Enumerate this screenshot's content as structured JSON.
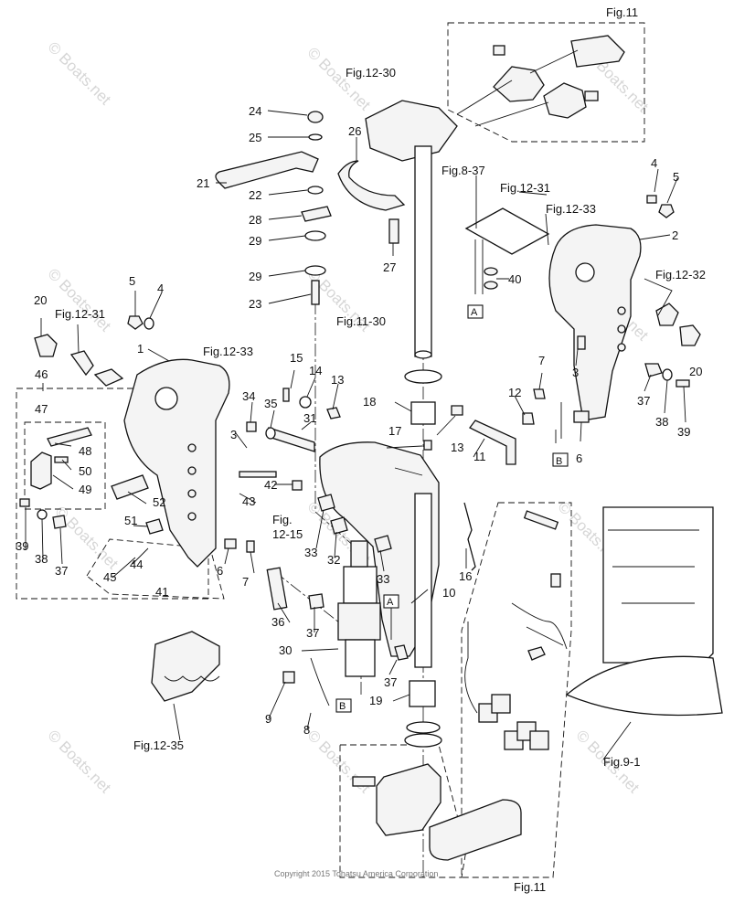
{
  "watermark": {
    "text": "© Boats.net"
  },
  "copyright": "Copyright 2015 Tohatsu America Corporation",
  "callouts": [
    {
      "id": "c24",
      "label": "24"
    },
    {
      "id": "c25",
      "label": "25"
    },
    {
      "id": "c21",
      "label": "21"
    },
    {
      "id": "c22",
      "label": "22"
    },
    {
      "id": "c28",
      "label": "28"
    },
    {
      "id": "c29a",
      "label": "29"
    },
    {
      "id": "c29b",
      "label": "29"
    },
    {
      "id": "c23",
      "label": "23"
    },
    {
      "id": "c26",
      "label": "26"
    },
    {
      "id": "c27",
      "label": "27"
    },
    {
      "id": "c4a",
      "label": "4"
    },
    {
      "id": "c5a",
      "label": "5"
    },
    {
      "id": "c2",
      "label": "2"
    },
    {
      "id": "c40",
      "label": "40"
    },
    {
      "id": "c3a",
      "label": "3"
    },
    {
      "id": "c20a",
      "label": "20"
    },
    {
      "id": "c37a",
      "label": "37"
    },
    {
      "id": "c38a",
      "label": "38"
    },
    {
      "id": "c39a",
      "label": "39"
    },
    {
      "id": "c5b",
      "label": "5"
    },
    {
      "id": "c4b",
      "label": "4"
    },
    {
      "id": "c20b",
      "label": "20"
    },
    {
      "id": "c1",
      "label": "1"
    },
    {
      "id": "c46",
      "label": "46"
    },
    {
      "id": "c47",
      "label": "47"
    },
    {
      "id": "c48",
      "label": "48"
    },
    {
      "id": "c50",
      "label": "50"
    },
    {
      "id": "c49",
      "label": "49"
    },
    {
      "id": "c15",
      "label": "15"
    },
    {
      "id": "c14",
      "label": "14"
    },
    {
      "id": "c13a",
      "label": "13"
    },
    {
      "id": "c34",
      "label": "34"
    },
    {
      "id": "c35",
      "label": "35"
    },
    {
      "id": "c31",
      "label": "31"
    },
    {
      "id": "c3b",
      "label": "3"
    },
    {
      "id": "c18",
      "label": "18"
    },
    {
      "id": "c7a",
      "label": "7"
    },
    {
      "id": "c12",
      "label": "12"
    },
    {
      "id": "c17",
      "label": "17"
    },
    {
      "id": "c13b",
      "label": "13"
    },
    {
      "id": "c11",
      "label": "11"
    },
    {
      "id": "c6a",
      "label": "6"
    },
    {
      "id": "c42",
      "label": "42"
    },
    {
      "id": "c43",
      "label": "43"
    },
    {
      "id": "c52",
      "label": "52"
    },
    {
      "id": "c51",
      "label": "51"
    },
    {
      "id": "c39b",
      "label": "39"
    },
    {
      "id": "c38b",
      "label": "38"
    },
    {
      "id": "c37b",
      "label": "37"
    },
    {
      "id": "c44",
      "label": "44"
    },
    {
      "id": "c45",
      "label": "45"
    },
    {
      "id": "c41",
      "label": "41"
    },
    {
      "id": "c6b",
      "label": "6"
    },
    {
      "id": "c7b",
      "label": "7"
    },
    {
      "id": "c33a",
      "label": "33"
    },
    {
      "id": "c32",
      "label": "32"
    },
    {
      "id": "c33b",
      "label": "33"
    },
    {
      "id": "c16",
      "label": "16"
    },
    {
      "id": "c10",
      "label": "10"
    },
    {
      "id": "c36",
      "label": "36"
    },
    {
      "id": "c37c",
      "label": "37"
    },
    {
      "id": "c30",
      "label": "30"
    },
    {
      "id": "c37d",
      "label": "37"
    },
    {
      "id": "c19",
      "label": "19"
    },
    {
      "id": "c9",
      "label": "9"
    },
    {
      "id": "c8",
      "label": "8"
    }
  ],
  "figure_refs": [
    {
      "id": "f11a",
      "label": "Fig.11"
    },
    {
      "id": "f1230",
      "label": "Fig.12-30"
    },
    {
      "id": "f837",
      "label": "Fig.8-37"
    },
    {
      "id": "f1231a",
      "label": "Fig.12-31"
    },
    {
      "id": "f1233a",
      "label": "Fig.12-33"
    },
    {
      "id": "f1232",
      "label": "Fig.12-32"
    },
    {
      "id": "f1231b",
      "label": "Fig.12-31"
    },
    {
      "id": "f1130",
      "label": "Fig.11-30"
    },
    {
      "id": "f1233b",
      "label": "Fig.12-33"
    },
    {
      "id": "f1215a",
      "label": "Fig."
    },
    {
      "id": "f1215b",
      "label": "12-15"
    },
    {
      "id": "f1235",
      "label": "Fig.12-35"
    },
    {
      "id": "f91",
      "label": "Fig.9-1"
    },
    {
      "id": "f11b",
      "label": "Fig.11"
    }
  ],
  "connectors": [
    {
      "id": "A1",
      "label": "A"
    },
    {
      "id": "B1",
      "label": "B"
    },
    {
      "id": "A2",
      "label": "A"
    },
    {
      "id": "B2",
      "label": "B"
    }
  ]
}
